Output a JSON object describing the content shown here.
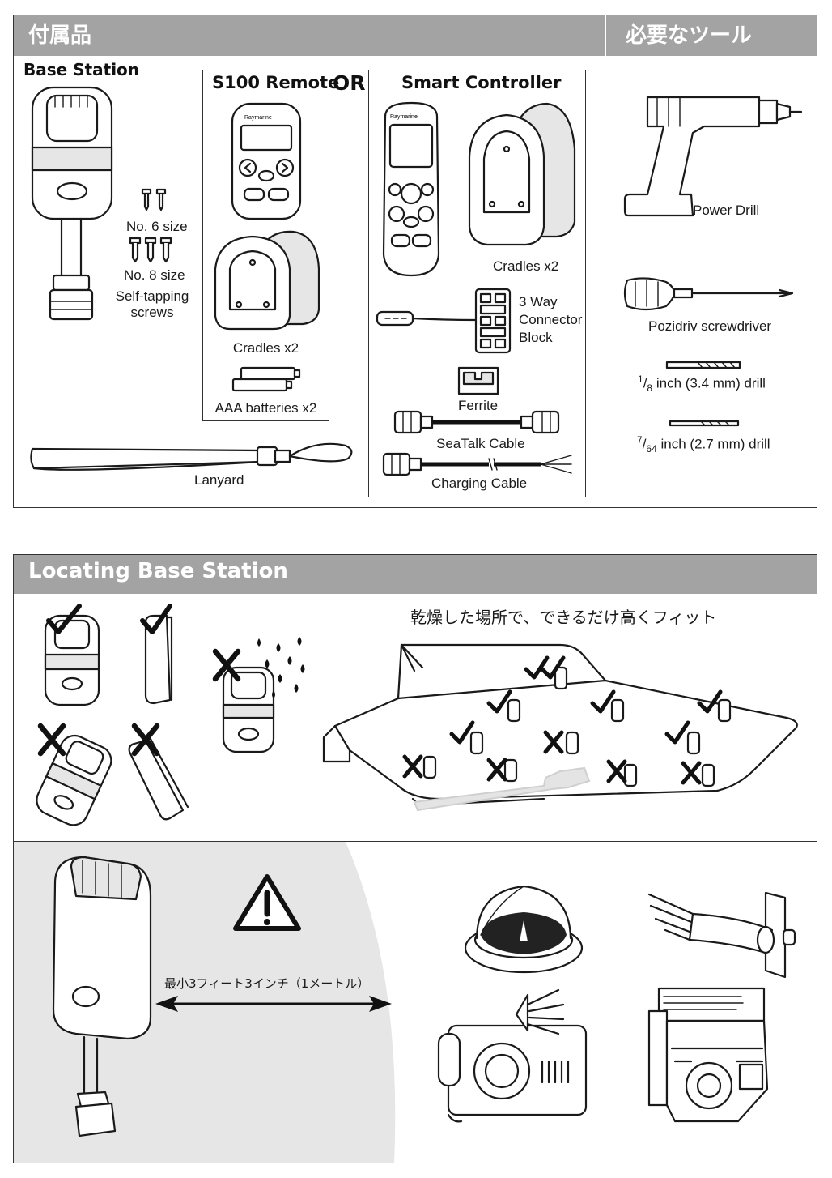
{
  "section1": {
    "header_left": "付属品",
    "header_right": "必要なツール",
    "base_station": {
      "title": "Base Station",
      "no6": "No. 6 size",
      "no8": "No. 8 size",
      "screws_line1": "Self-tapping",
      "screws_line2": "screws",
      "lanyard": "Lanyard"
    },
    "s100": {
      "title": "S100 Remote",
      "cradles": "Cradles x2",
      "batteries": "AAA batteries x2"
    },
    "or": "OR",
    "smart": {
      "title": "Smart Controller",
      "cradles": "Cradles x2",
      "connector_line1": "3 Way",
      "connector_line2": "Connector",
      "connector_line3": "Block",
      "ferrite": "Ferrite",
      "seatalk": "SeaTalk Cable",
      "charging": "Charging Cable"
    },
    "tools": {
      "drill": "Power Drill",
      "screwdriver": "Pozidriv screwdriver",
      "bit1_num": "1",
      "bit1_den": "8",
      "bit1_rest": " inch (3.4 mm) drill",
      "bit2_num": "7",
      "bit2_den": "64",
      "bit2_rest": " inch (2.7 mm) drill"
    }
  },
  "section2": {
    "header": "Locating Base Station",
    "boat_caption": "乾燥した場所で、できるだけ高くフィット",
    "distance": "最小3フィート3インチ（1メートル）"
  }
}
